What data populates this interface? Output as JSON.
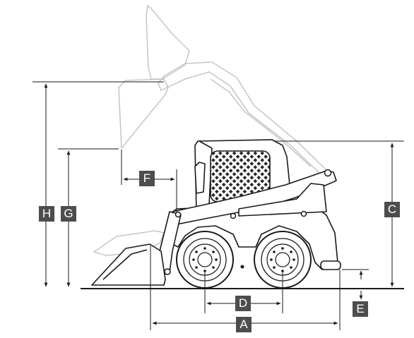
{
  "colors": {
    "line": "#1a1a1a",
    "ghost": "#bdbdbd",
    "label_bg": "#4d4d4d",
    "label_text": "#ffffff"
  },
  "labels": {
    "a": "A",
    "c": "C",
    "d": "D",
    "e": "E",
    "f": "F",
    "g": "G",
    "h": "H"
  }
}
